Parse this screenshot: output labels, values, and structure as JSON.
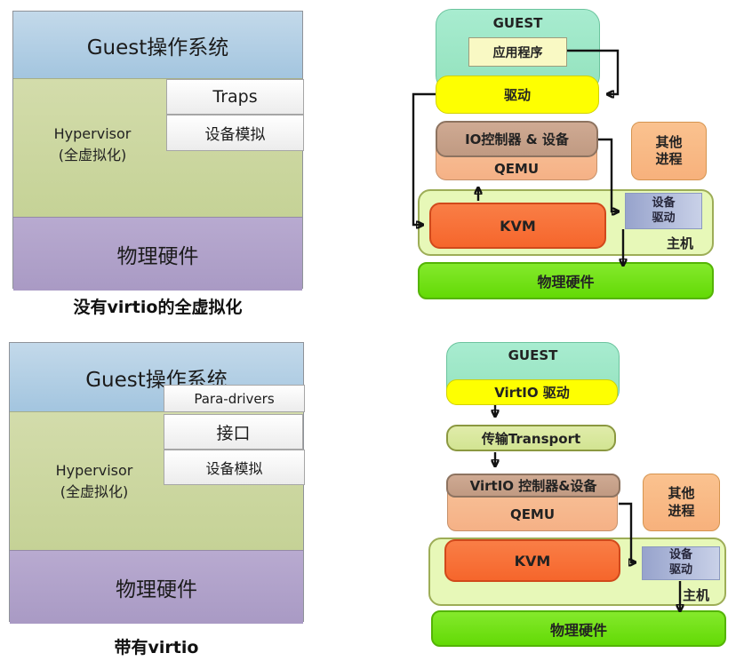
{
  "stack_full": {
    "guest_os": "Guest操作系统",
    "hypervisor": "Hypervisor\n(全虚拟化)",
    "traps": "Traps",
    "device_emulation": "设备模拟",
    "hardware": "物理硬件",
    "caption": "没有virtio的全虚拟化"
  },
  "stack_virtio": {
    "guest_os": "Guest操作系统",
    "hypervisor": "Hypervisor\n(全虚拟化)",
    "para_drivers": "Para-drivers",
    "interface": "接口",
    "device_emulation": "设备模拟",
    "hardware": "物理硬件",
    "caption": "带有virtio"
  },
  "flow_full": {
    "guest": "GUEST",
    "application": "应用程序",
    "driver": "驱动",
    "io_controller": "IO控制器 & 设备",
    "qemu": "QEMU",
    "other_process": "其他\n进程",
    "kvm": "KVM",
    "device_driver": "设备\n驱动",
    "host": "主机",
    "hardware": "物理硬件"
  },
  "flow_virtio": {
    "guest": "GUEST",
    "virtio_driver": "VirtIO 驱动",
    "transport": "传输Transport",
    "virtio_controller": "VirtIO 控制器&设备",
    "qemu": "QEMU",
    "other_process": "其他\n进程",
    "kvm": "KVM",
    "device_driver": "设备\n驱动",
    "host": "主机",
    "hardware": "物理硬件"
  },
  "colors": {
    "guest_os_blue": "#aecbe3",
    "hypervisor_green": "#ccd8a0",
    "hardware_purple": "#b2a4cc",
    "guest_teal": "#9ee8c7",
    "driver_yellow": "#feff01",
    "application_pale_yellow": "#f9f9c4",
    "controller_tan": "#c9a28b",
    "qemu_peach": "#f7ba90",
    "other_process_peach": "#f9ba86",
    "kvm_orange": "#f8723a",
    "host_pale_green": "#e7f8b8",
    "device_driver_bluegray": "#a9b3d6",
    "hardware_bright_green": "#74e214",
    "transport_yellow_green": "#dae99e",
    "arrow_black": "#121212"
  }
}
